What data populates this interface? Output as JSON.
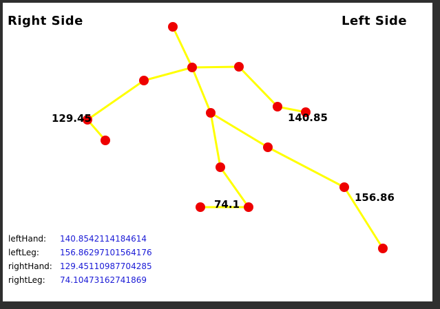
{
  "labels": {
    "right_side": "Right Side",
    "left_side": "Left Side"
  },
  "angles": {
    "right_hand": "129.45",
    "left_hand": "140.85",
    "left_leg": "156.86",
    "right_leg": "74.1"
  },
  "readouts": [
    {
      "key": "leftHand:",
      "value": "140.8542114184614"
    },
    {
      "key": "leftLeg:",
      "value": "156.86297101564176"
    },
    {
      "key": "rightHand:",
      "value": "129.45110987704285"
    },
    {
      "key": "rightLeg:",
      "value": "74.10473162741869"
    }
  ],
  "colors": {
    "limb": "#ffff00",
    "joint": "#ee0000",
    "value_text": "#1a1ad6",
    "border": "#2f2f2f"
  }
}
